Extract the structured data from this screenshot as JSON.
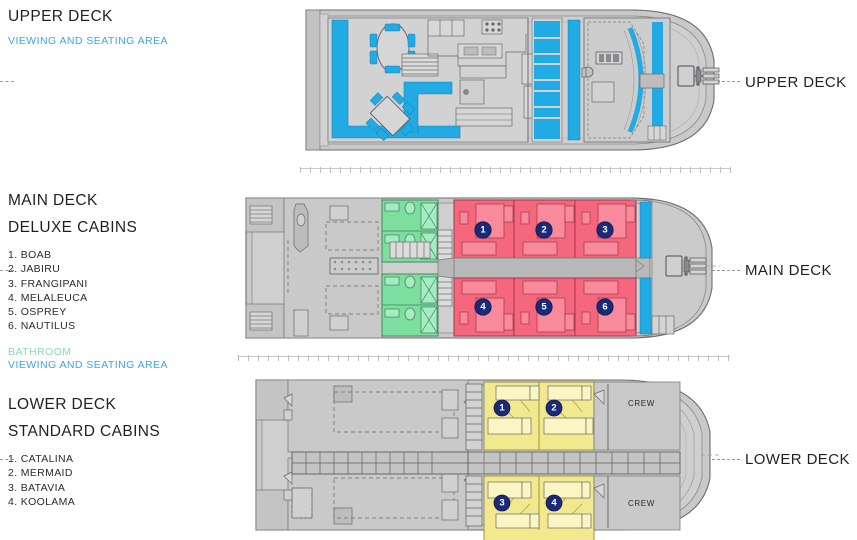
{
  "page": {
    "title": "Vessel Deck Plans",
    "decks": [
      {
        "id": "upper",
        "title": "UPPER DECK",
        "subtitle": "",
        "legend_blue": "VIEWING AND SEATING AREA",
        "legend_green": "",
        "right_label": "UPPER DECK",
        "cabins": []
      },
      {
        "id": "main",
        "title": "MAIN DECK",
        "subtitle": "DELUXE CABINS",
        "legend_green": "BATHROOM",
        "legend_blue": "VIEWING AND SEATING AREA",
        "right_label": "MAIN DECK",
        "cabins": [
          "1. BOAB",
          "2. JABIRU",
          "3. FRANGIPANI",
          "4. MELALEUCA",
          "5. OSPREY",
          "6. NAUTILUS"
        ]
      },
      {
        "id": "lower",
        "title": "LOWER DECK",
        "subtitle": "STANDARD CABINS",
        "legend_green": "",
        "legend_blue": "",
        "right_label": "LOWER DECK",
        "cabins": [
          "1. CATALINA",
          "2. MERMAID",
          "3. BATAVIA",
          "4. KOOLAMA"
        ]
      }
    ],
    "cabin_numbers": {
      "main": [
        "1",
        "2",
        "3",
        "4",
        "5",
        "6"
      ],
      "lower": [
        "1",
        "2",
        "3",
        "4"
      ]
    },
    "crew_labels": [
      "CREW",
      "CREW"
    ],
    "colors": {
      "deck_fill": "#c7c7c7",
      "deck_fill_light": "#d4d4d4",
      "cabin_pink": "#f4677d",
      "cabin_yellow": "#f2e98f",
      "bathroom_green": "#7ede9f",
      "seating_blue": "#22aae4",
      "badge_navy": "#1b2a78",
      "outline": "#58585a",
      "text_dark": "#231f20",
      "legend_blue": "#3ea7dc",
      "legend_green": "#8ed9b4"
    }
  }
}
